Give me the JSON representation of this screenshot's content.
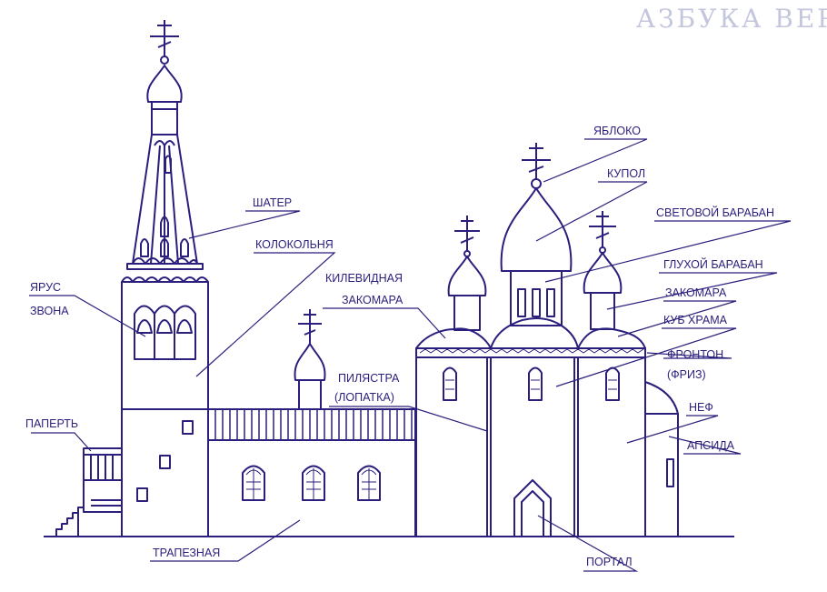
{
  "watermark": "АЗБУКА ВЕРЫ",
  "colors": {
    "stroke": "#2a1f7c",
    "fill": "#ffffff",
    "watermark": "#c3c6dc"
  },
  "labels": {
    "shater": "ШАТЕР",
    "kolokolnya": "КОЛОКОЛЬНЯ",
    "yarus": "ЯРУС",
    "zvona": "ЗВОНА",
    "papert": "ПАПЕРТЬ",
    "trapeznaya": "ТРАПЕЗНАЯ",
    "yabloko": "ЯБЛОКО",
    "kupol": "КУПОЛ",
    "svetovoy_baraban": "СВЕТОВОЙ БАРАБАН",
    "glukhoy_baraban": "ГЛУХОЙ БАРАБАН",
    "zakomara": "ЗАКОМАРА",
    "kub_khrama": "КУБ ХРАМА",
    "fronton": "ФРОНТОН",
    "friz": "(ФРИЗ)",
    "kilevidnaya": "КИЛЕВИДНАЯ",
    "zakomara2": "ЗАКОМАРА",
    "pilyastra": "ПИЛЯСТРА",
    "lopatka": "(ЛОПАТКА)",
    "nef": "НЕФ",
    "apsida": "АПСИДА",
    "portal": "ПОРТАЛ"
  }
}
